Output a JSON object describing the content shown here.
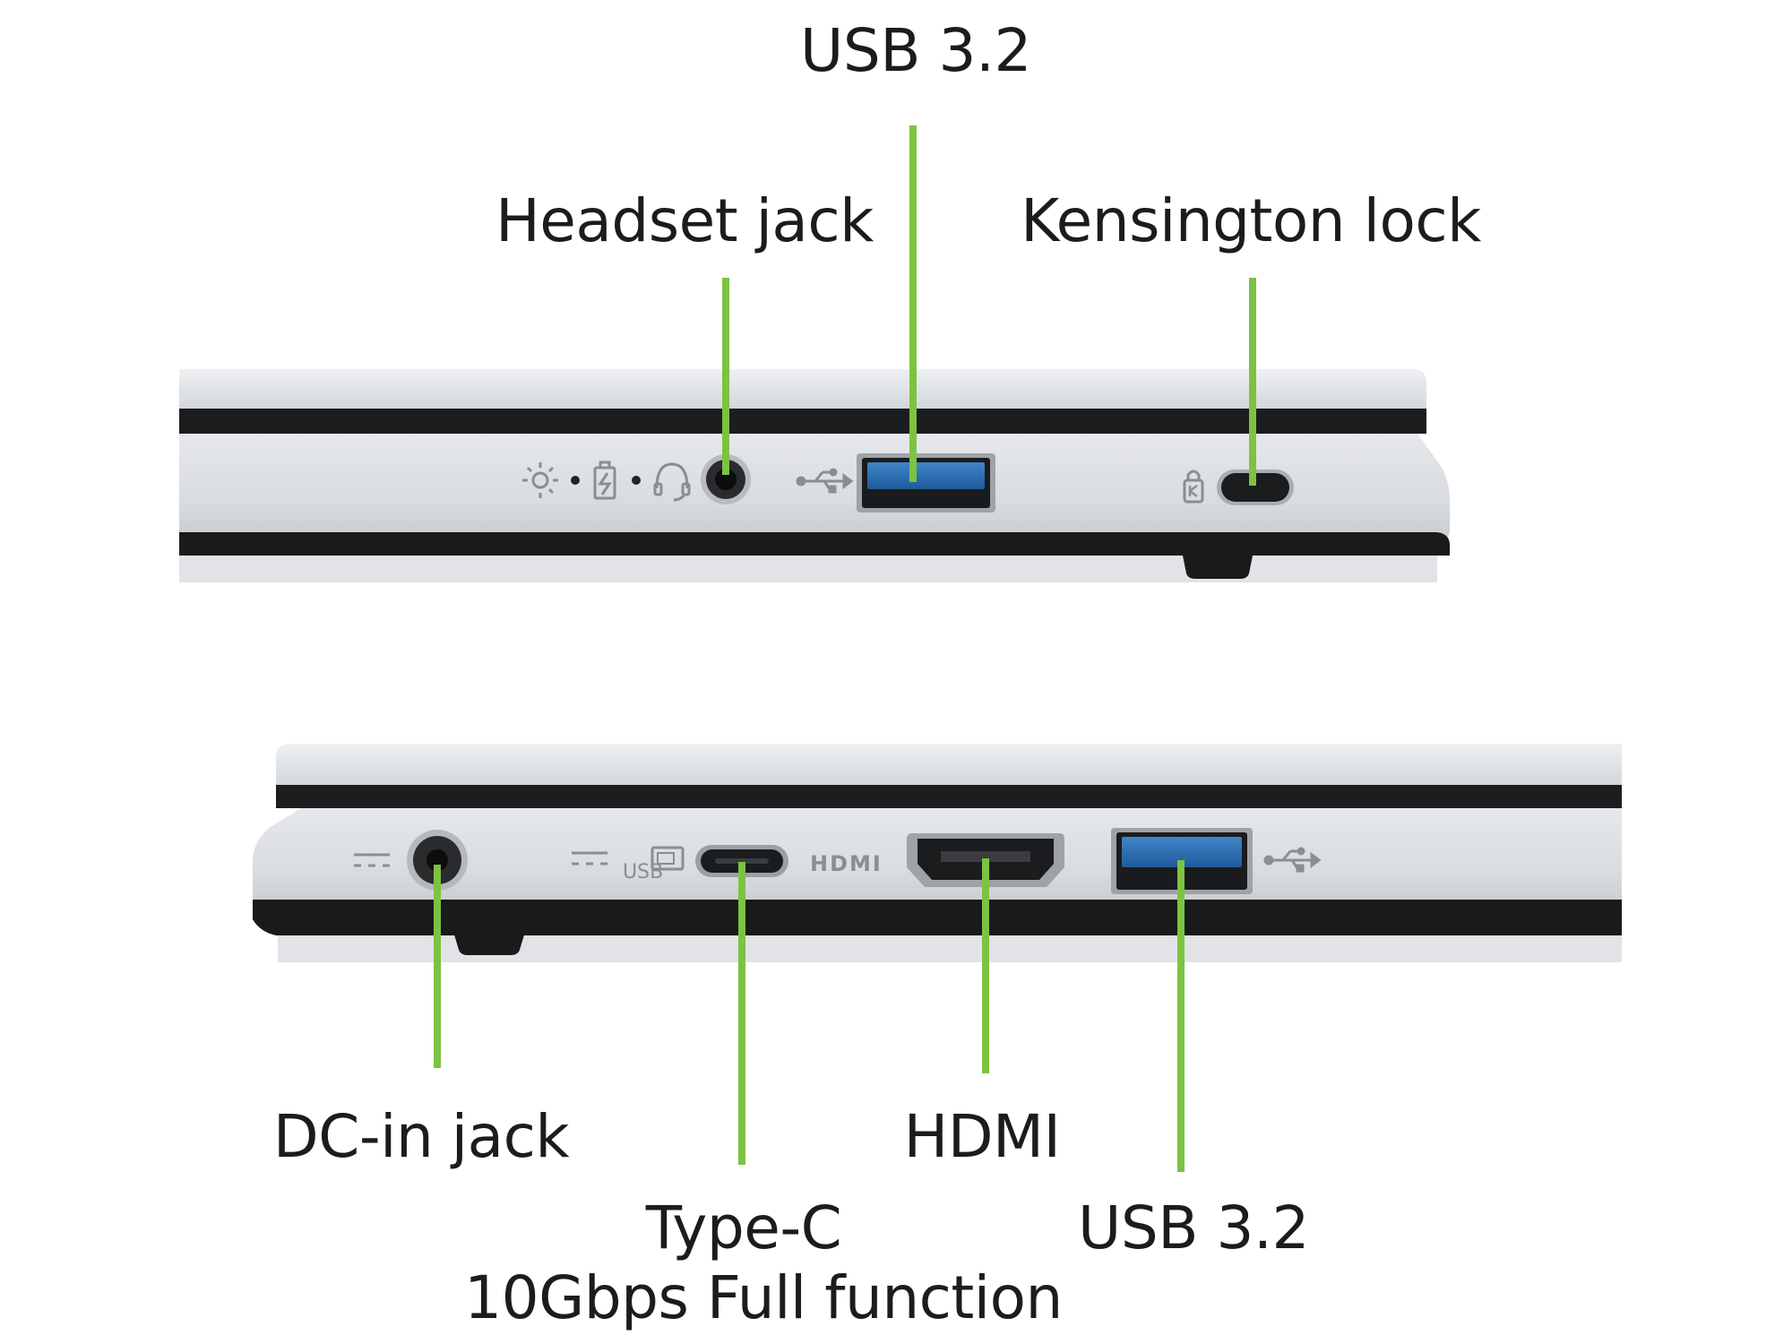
{
  "colors": {
    "leader": "#7dc242",
    "chassis": "#d6d9dd",
    "chassis_light": "#e9ebee",
    "seam": "#1a1a1a",
    "usb_blue": "#2f6fb3",
    "icon": "#8a8d91"
  },
  "icons": {
    "power_led": "sun-icon",
    "battery_led": "battery-icon",
    "headset": "headset-icon",
    "usb": "usb-trident-icon",
    "lock": "kensington-icon",
    "dc": "dc-power-icon",
    "displayport": "usb-displayport-icon",
    "hdmi": "hdmi-logo-icon"
  },
  "icon_text": {
    "usb_mark": "USB",
    "hdmi_mark": "HDMI"
  },
  "top_side": {
    "labels": {
      "usb": "USB 3.2",
      "headset": "Headset jack",
      "lock": "Kensington lock"
    }
  },
  "bottom_side": {
    "labels": {
      "dc": "DC-in jack",
      "typec_line1": "Type-C",
      "typec_line2": "10Gbps Full function",
      "hdmi": "HDMI",
      "usb": "USB 3.2"
    }
  }
}
